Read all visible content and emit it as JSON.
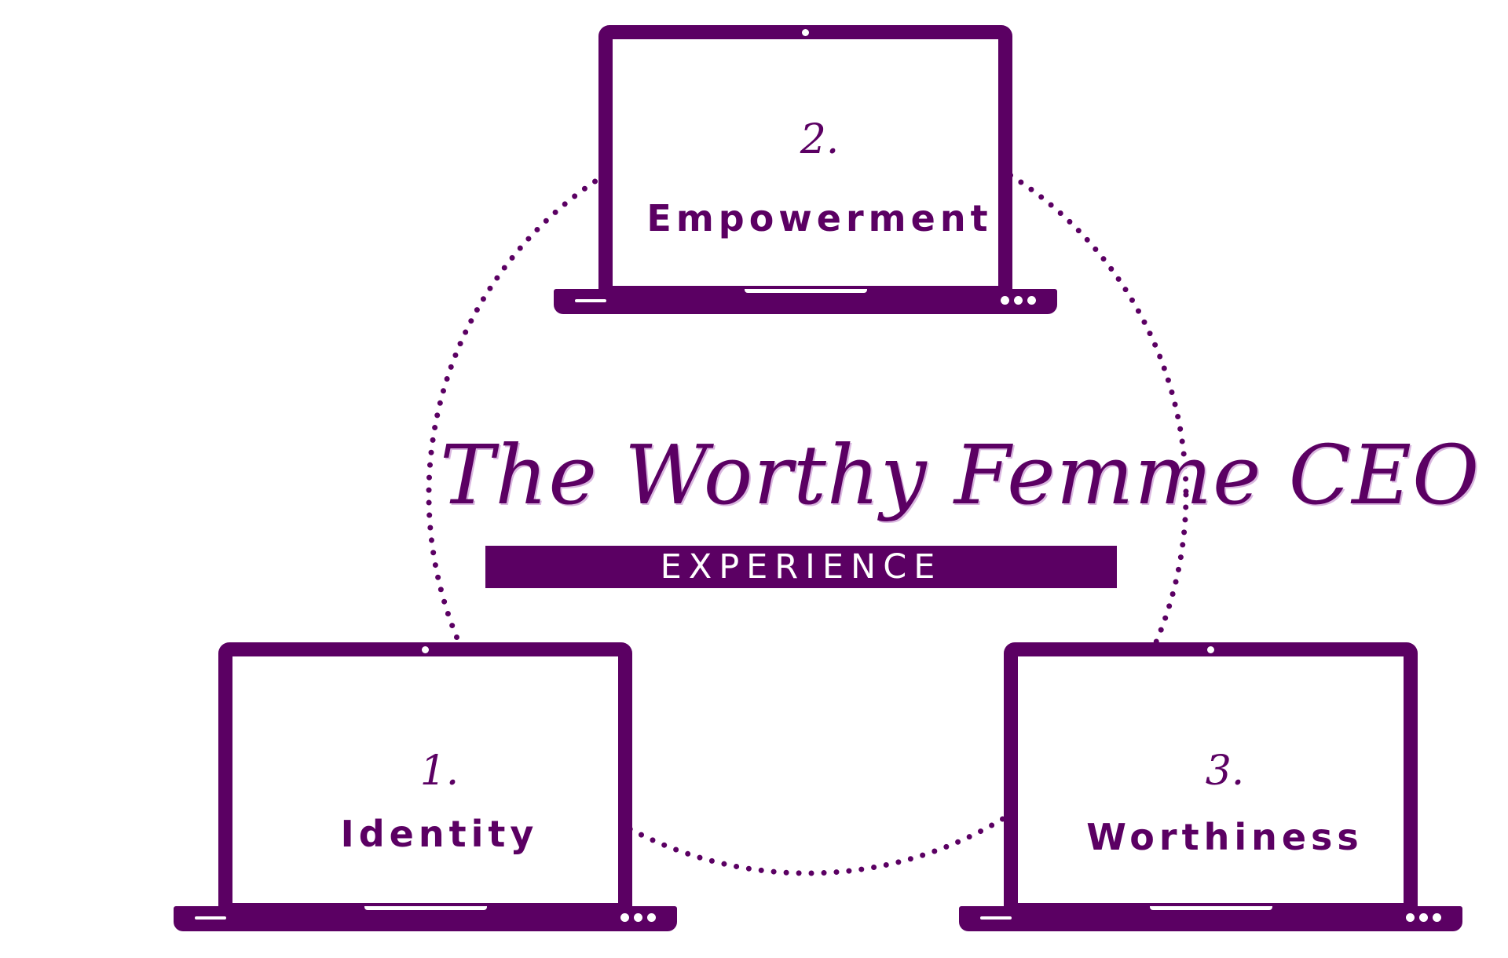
{
  "brand": {
    "title": "The Worthy Femme CEO",
    "subtitle": "EXPERIENCE"
  },
  "steps": [
    {
      "number": "1.",
      "label": "Identity"
    },
    {
      "number": "2.",
      "label": "Empowerment"
    },
    {
      "number": "3.",
      "label": "Worthiness"
    }
  ],
  "colors": {
    "primary": "#5b0063",
    "background": "#ffffff"
  },
  "icons": {
    "device": "laptop-icon",
    "connector": "dotted-circle"
  }
}
